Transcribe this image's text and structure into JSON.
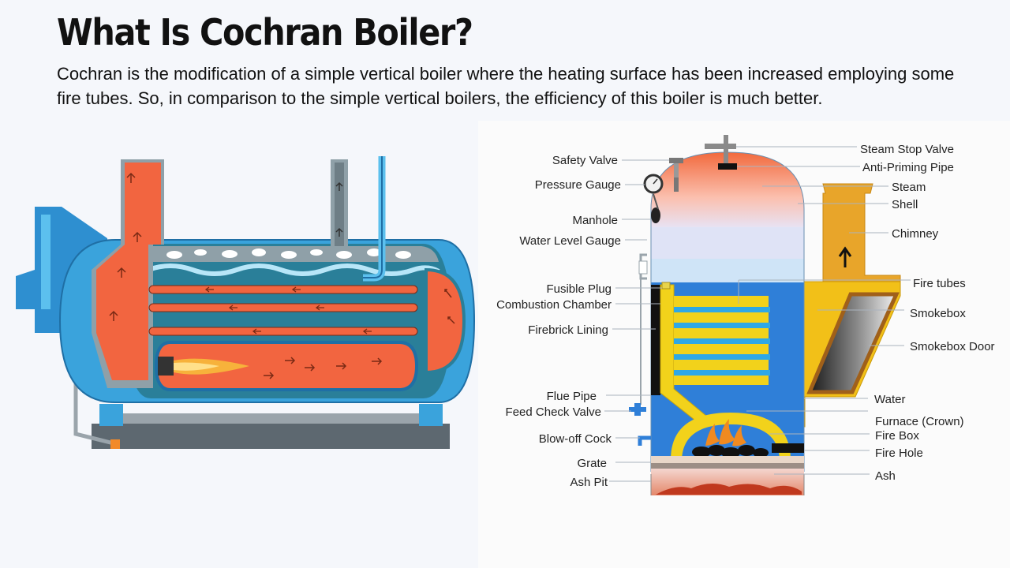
{
  "title": "What Is Cochran Boiler?",
  "description": "Cochran is the modification of a simple vertical boiler where the heating surface has been increased employing some fire tubes. So, in comparison to the simple vertical boilers, the efficiency of this boiler is much better.",
  "colors": {
    "shell_blue": "#3aa3dc",
    "dark_teal": "#2a7f99",
    "hot_orange": "#f26540",
    "tube_yellow": "#f2d21b",
    "chimney_gold": "#e8a52a",
    "water_blue": "#2f7fd8"
  },
  "labels": {
    "left": {
      "safety_valve": "Safety Valve",
      "pressure_gauge": "Pressure Gauge",
      "manhole": "Manhole",
      "water_level_gauge": "Water Level Gauge",
      "fusible_plug": "Fusible Plug",
      "combustion_chamber": "Combustion Chamber",
      "firebrick_lining": "Firebrick Lining",
      "flue_pipe": "Flue Pipe",
      "feed_check_valve": "Feed Check Valve",
      "blow_off_cock": "Blow-off Cock",
      "grate": "Grate",
      "ash_pit": "Ash Pit"
    },
    "right": {
      "steam_stop_valve": "Steam Stop Valve",
      "anti_priming_pipe": "Anti-Priming Pipe",
      "steam": "Steam",
      "shell": "Shell",
      "chimney": "Chimney",
      "fire_tubes": "Fire tubes",
      "smokebox": "Smokebox",
      "smokebox_door": "Smokebox Door",
      "water": "Water",
      "furnace_crown": "Furnace (Crown)",
      "fire_box": "Fire Box",
      "fire_hole": "Fire Hole",
      "ash": "Ash"
    }
  }
}
